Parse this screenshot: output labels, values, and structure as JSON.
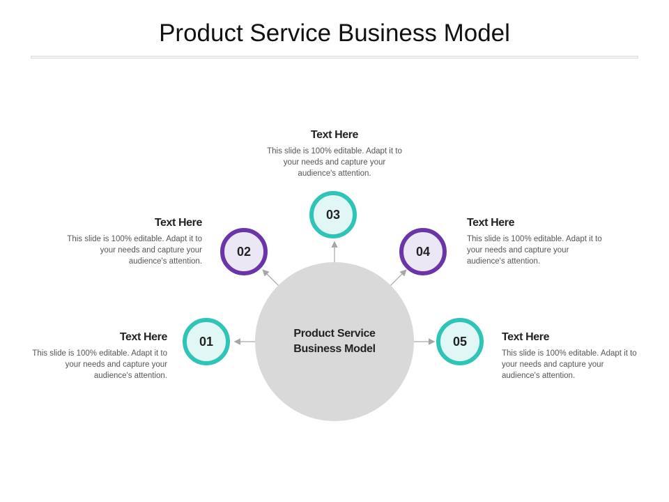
{
  "title": "Product Service Business Model",
  "center_label": "Product Service Business Model",
  "colors": {
    "teal": "#2ec4b6",
    "purple": "#6a35a8",
    "center": "#d9d9d9",
    "arrow": "#a6a6a6"
  },
  "items": [
    {
      "number": "01",
      "heading": "Text Here",
      "body": "This slide is 100% editable. Adapt it to your needs and capture your audience's attention."
    },
    {
      "number": "02",
      "heading": "Text Here",
      "body": "This slide is 100% editable. Adapt it to your needs and capture your audience's attention."
    },
    {
      "number": "03",
      "heading": "Text Here",
      "body": "This slide is 100% editable. Adapt it to your needs and capture your audience's attention."
    },
    {
      "number": "04",
      "heading": "Text Here",
      "body": "This slide is 100% editable. Adapt it to your needs and capture your audience's attention."
    },
    {
      "number": "05",
      "heading": "Text Here",
      "body": "This slide is 100% editable. Adapt it to your needs and capture your audience's attention."
    }
  ]
}
